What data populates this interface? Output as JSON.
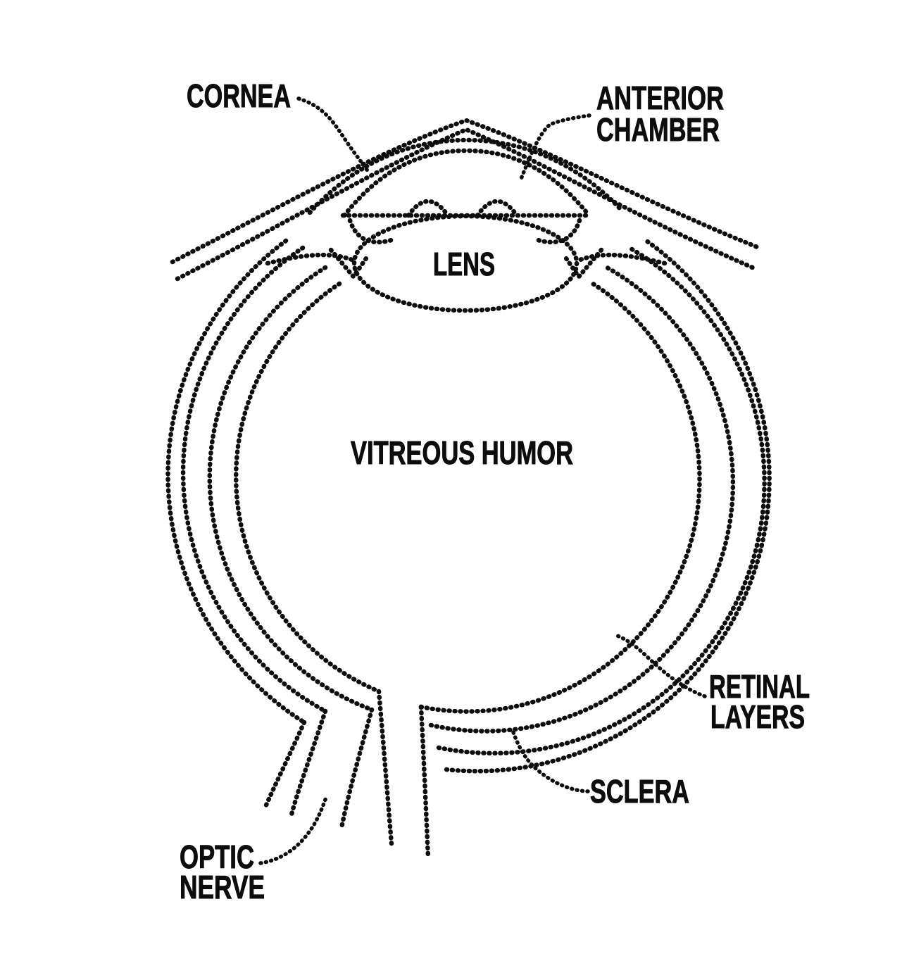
{
  "figure": {
    "background_color": "#ffffff",
    "ink_color": "#0d0d0d"
  },
  "labels": {
    "cornea": {
      "text": "CORNEA"
    },
    "anterior_chamber": {
      "line1": "ANTERIOR",
      "line2": "CHAMBER"
    },
    "lens": {
      "text": "LENS"
    },
    "vitreous_humor": {
      "text": "VITREOUS HUMOR"
    },
    "retinal_layers": {
      "line1": "RETINAL",
      "line2": "LAYERS"
    },
    "sclera": {
      "text": "SCLERA"
    },
    "optic_nerve": {
      "line1": "OPTIC",
      "line2": "NERVE"
    }
  }
}
